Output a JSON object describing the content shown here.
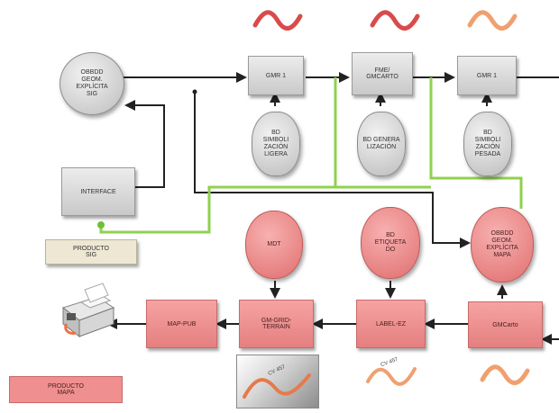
{
  "nodes": {
    "obbdd_geom_sig": "OBBDD GEOM. EXPLÍCITA SIG",
    "gmr1": "GMR 1",
    "fme_gmcarto": "FME/ GMCARTO",
    "gmr1b": "GMR 1",
    "bd_simb_ligera": "BD SIMBOLI ZACIÓN LIGERA",
    "bd_generalizacion": "BD GENERA LIZACIÓN",
    "bd_simb_pesada": "BD SIMBOLI ZACIÓN PESADA",
    "interface": "INTERFACE",
    "producto_sig": "PRODUCTO SIG",
    "mdt": "MDT",
    "bd_etiquetado": "BD ETIQUETA DO",
    "obbdd_geom_mapa": "OBBDD GEOM. EXPLÍCITA MAPA",
    "gmcarto": "GMCarto",
    "label_ez": "LABEL-EZ",
    "gm_grid_terrain": "GM-GRID- TERRAIN",
    "map_pub": "MAP-PUB",
    "producto_mapa": "PRODUCTO MAPA"
  },
  "thumb_labels": {
    "cv_mid": "CV 457",
    "cv_left": "CV 457"
  },
  "colors": {
    "grey_box": "#d9d9d9",
    "pink_box": "#ec8a8a",
    "green_line": "#8fd14f",
    "black_line": "#222222",
    "wave_red": "#d94b4b",
    "wave_orange": "#f0a070"
  }
}
